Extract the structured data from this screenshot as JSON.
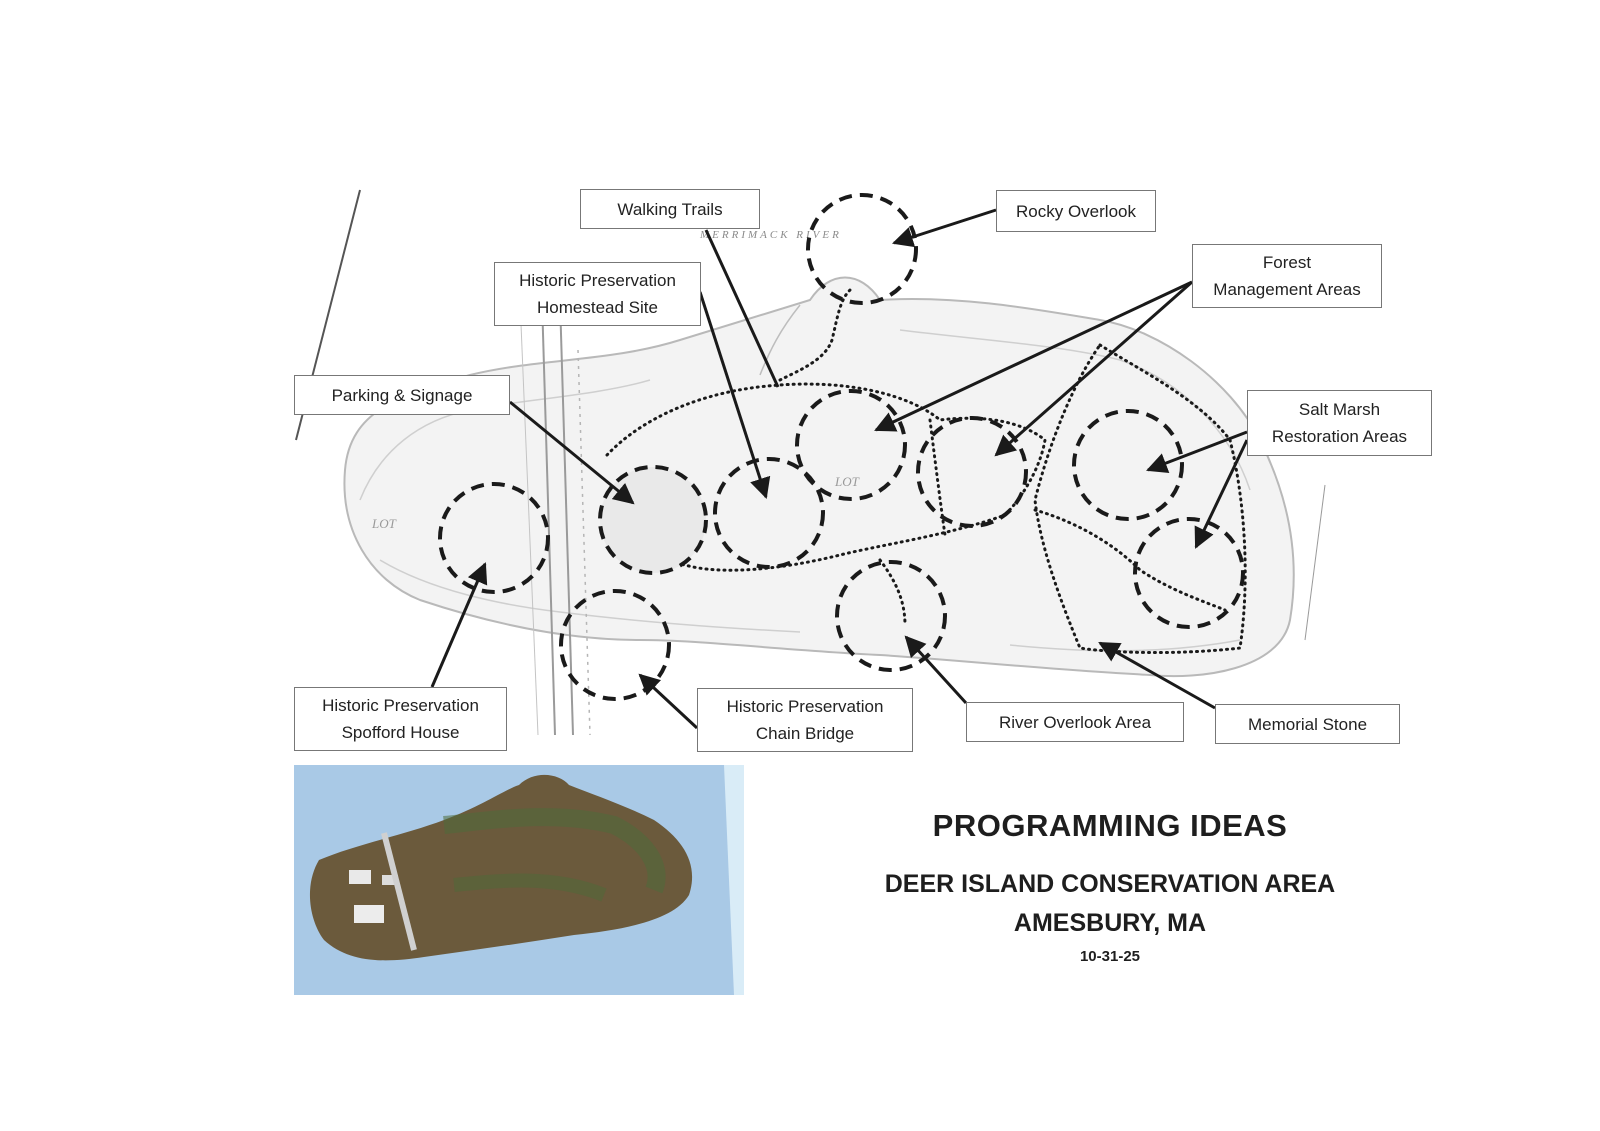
{
  "labels": {
    "walking_trails": "Walking Trails",
    "rocky_overlook": "Rocky Overlook",
    "homestead_line1": "Historic Preservation",
    "homestead_line2": "Homestead Site",
    "forest_line1": "Forest",
    "forest_line2": "Management Areas",
    "parking": "Parking & Signage",
    "saltmarsh_line1": "Salt Marsh",
    "saltmarsh_line2": "Restoration Areas",
    "spofford_line1": "Historic Preservation",
    "spofford_line2": "Spofford House",
    "chain_line1": "Historic Preservation",
    "chain_line2": "Chain Bridge",
    "river_overlook": "River Overlook Area",
    "memorial": "Memorial Stone"
  },
  "map_text": {
    "river": "MERRIMACK RIVER",
    "lot_a": "LOT",
    "lot_b": "LOT"
  },
  "title_block": {
    "heading": "PROGRAMMING IDEAS",
    "area": "DEER ISLAND CONSERVATION AREA",
    "town": "AMESBURY, MA",
    "date": "10-31-25"
  },
  "colors": {
    "ink": "#1a1a1a",
    "map_line": "#b9b9b9",
    "label_border": "#777777",
    "water": "#a9c9e6",
    "land": "#6b5a3c"
  }
}
